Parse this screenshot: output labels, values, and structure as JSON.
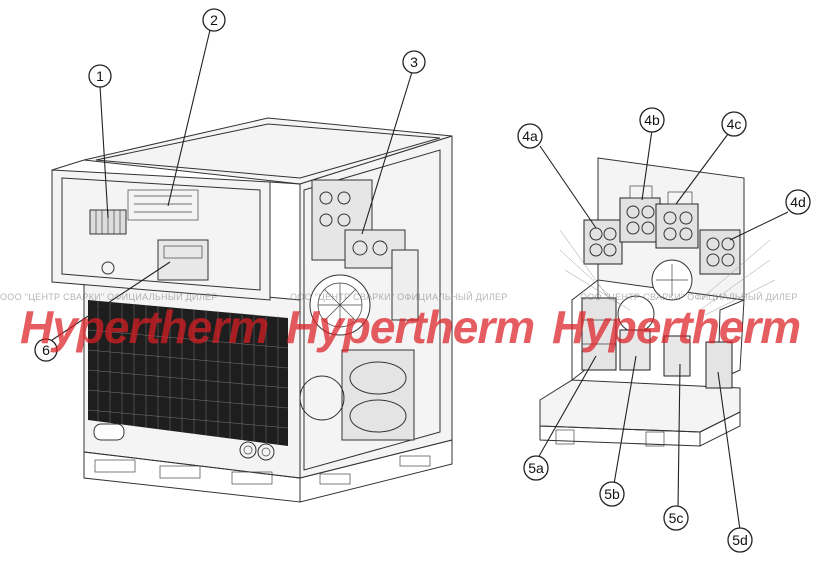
{
  "callouts": [
    {
      "id": "c1",
      "label": "1"
    },
    {
      "id": "c2",
      "label": "2"
    },
    {
      "id": "c3",
      "label": "3"
    },
    {
      "id": "c4a",
      "label": "4a"
    },
    {
      "id": "c4b",
      "label": "4b"
    },
    {
      "id": "c4c",
      "label": "4c"
    },
    {
      "id": "c4d",
      "label": "4d"
    },
    {
      "id": "c5a",
      "label": "5a"
    },
    {
      "id": "c5b",
      "label": "5b"
    },
    {
      "id": "c5c",
      "label": "5c"
    },
    {
      "id": "c5d",
      "label": "5d"
    },
    {
      "id": "c6",
      "label": "6"
    }
  ],
  "watermark": {
    "dealer_line": "ООО \"ЦЕНТР СВАРКИ\" ОФИЦИАЛЬНЫЙ ДИЛЕР",
    "brand": "Hypertherm",
    "brand_color": "#dc1e24"
  },
  "colors": {
    "line": "#222222",
    "background": "#ffffff",
    "grille": "#1e1e1e"
  }
}
